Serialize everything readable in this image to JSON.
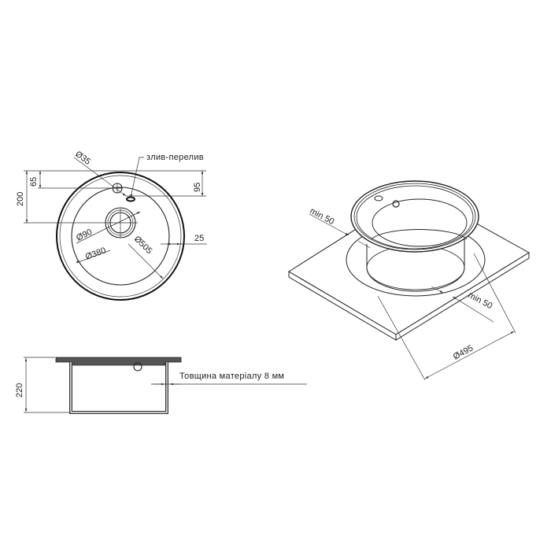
{
  "drawing": {
    "title": "Round kitchen sink technical drawing",
    "top_view": {
      "dimensions": {
        "overflow_hole_diameter": "Ø35",
        "drain_diameter": "Ø90",
        "bowl_diameter": "Ø380",
        "outer_diameter": "Ø505",
        "rim_width": "25",
        "offset_65": "65",
        "offset_95": "95",
        "offset_200": "200"
      },
      "callout": "злив-перелив"
    },
    "side_view": {
      "dimensions": {
        "height": "220"
      },
      "callout": "Товщина матеріалу 8 мм"
    },
    "iso_view": {
      "dimensions": {
        "min_clearance_left": "min 50",
        "min_clearance_right": "min 50",
        "cutout_diameter": "Ø495"
      }
    }
  }
}
